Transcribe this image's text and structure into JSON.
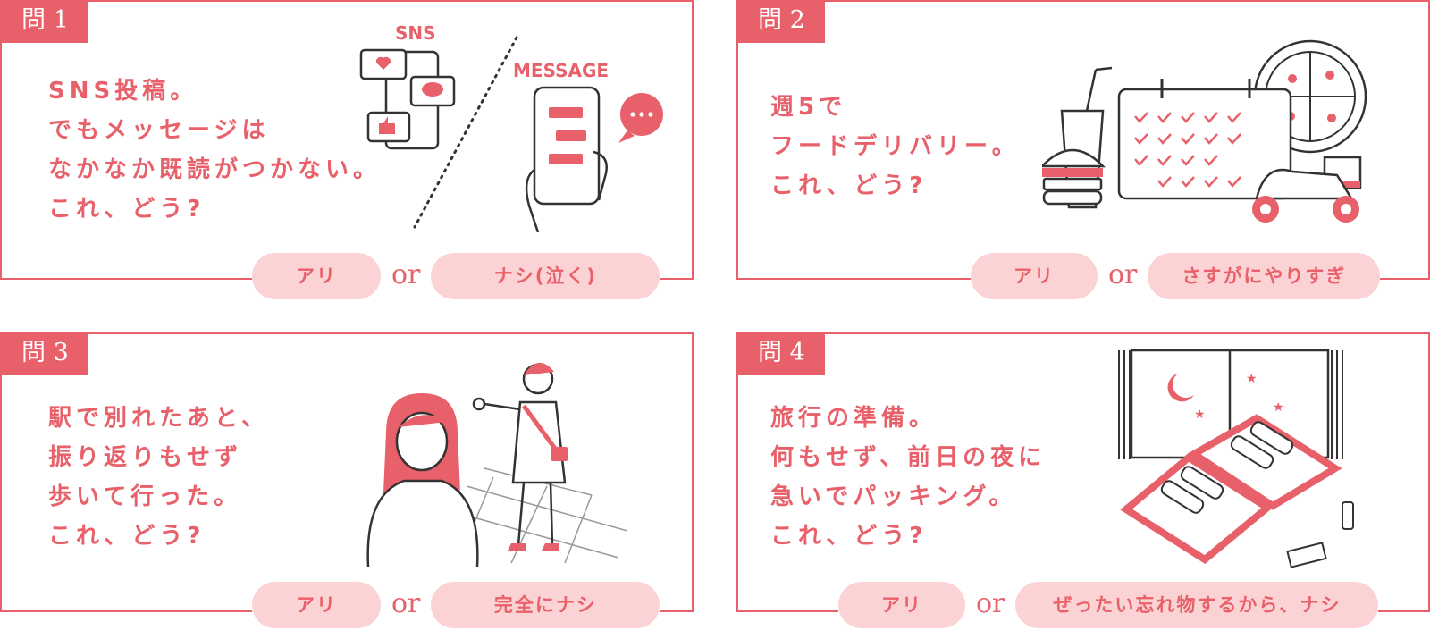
{
  "colors": {
    "accent": "#e8606a",
    "pill_bg": "#fcd3d4",
    "line": "#333333"
  },
  "cards": [
    {
      "tag": "問 1",
      "question": "SNS投稿。\nでもメッセージは\nなかなか既読がつかない。\nこれ、どう?",
      "illustration_labels": {
        "sns": "SNS",
        "message": "MESSAGE"
      },
      "answer_yes": "アリ",
      "or": "or",
      "answer_no": "ナシ(泣く)"
    },
    {
      "tag": "問 2",
      "question": "週5で\nフードデリバリー。\nこれ、どう?",
      "answer_yes": "アリ",
      "or": "or",
      "answer_no": "さすがにやりすぎ"
    },
    {
      "tag": "問 3",
      "question": "駅で別れたあと、\n振り返りもせず\n歩いて行った。\nこれ、どう?",
      "answer_yes": "アリ",
      "or": "or",
      "answer_no": "完全にナシ"
    },
    {
      "tag": "問 4",
      "question": "旅行の準備。\n何もせず、前日の夜に\n急いでパッキング。\nこれ、どう?",
      "answer_yes": "アリ",
      "or": "or",
      "answer_no": "ぜったい忘れ物するから、ナシ"
    }
  ]
}
